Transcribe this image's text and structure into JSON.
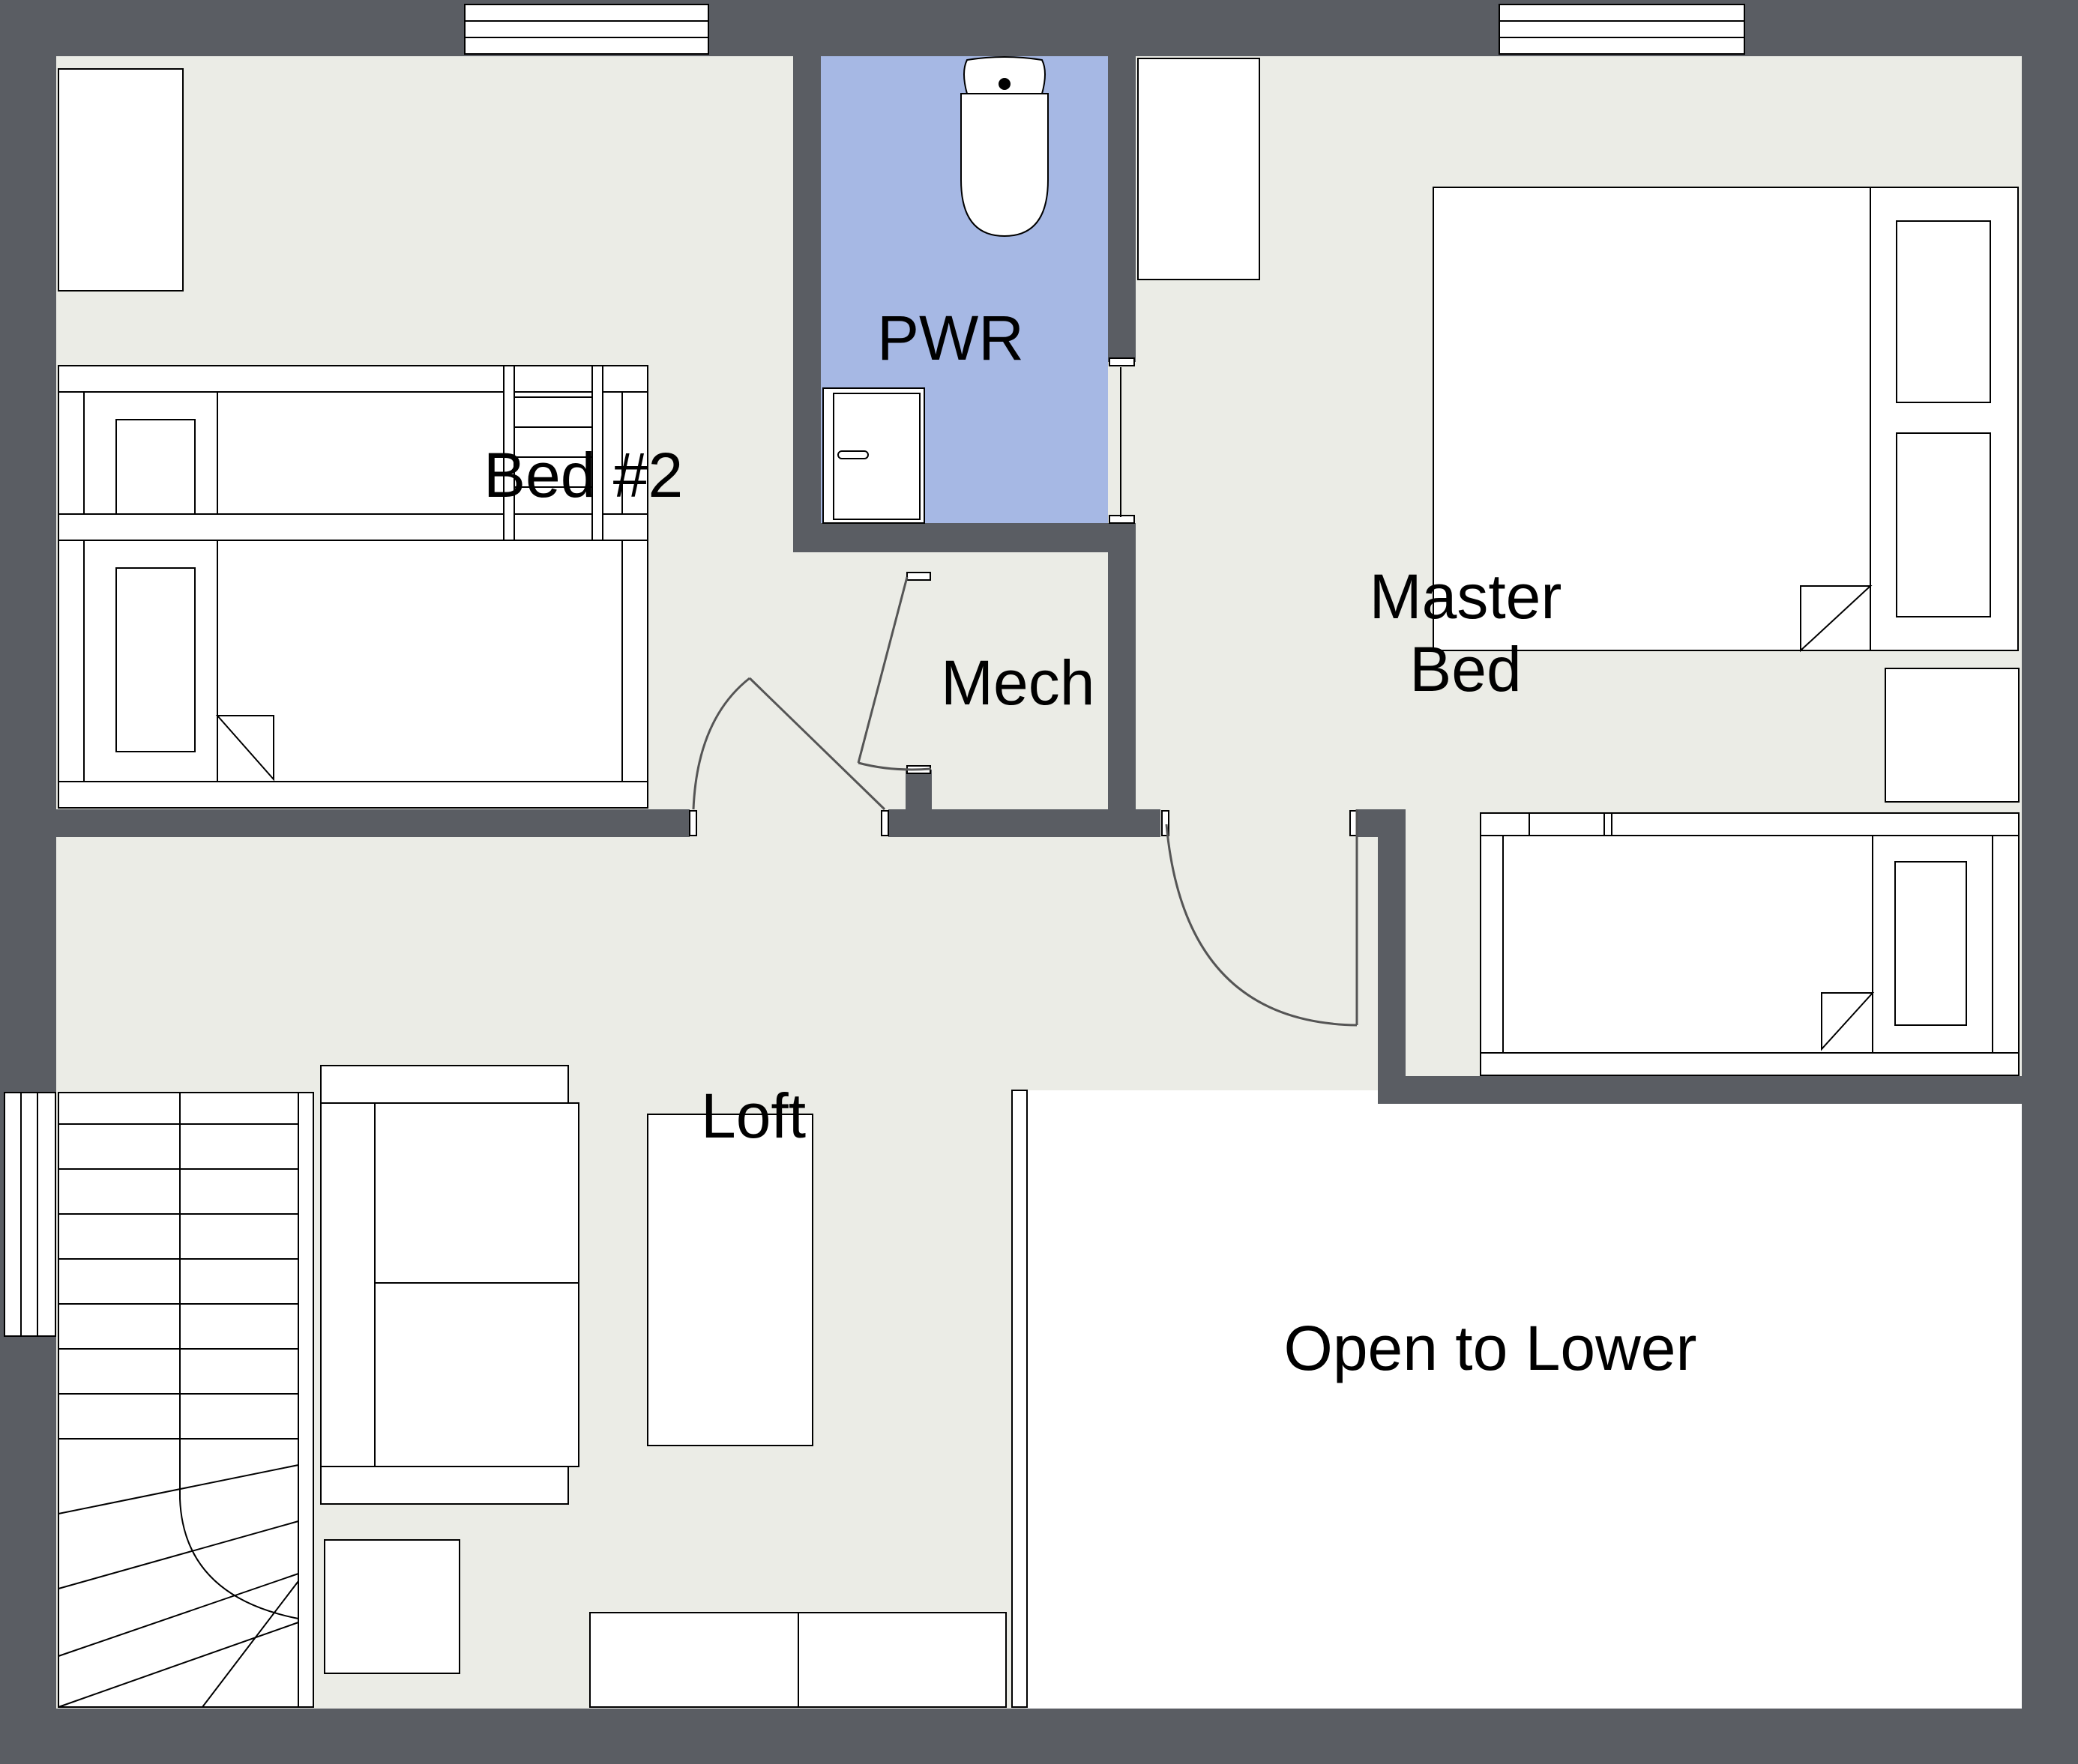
{
  "colors": {
    "wall": "#5a5d63",
    "floor": "#ebece6",
    "bathroom": "#a6b8e4",
    "open_area": "#ffffff",
    "furniture": "#ffffff",
    "outline": "#000000"
  },
  "rooms": {
    "bed2": {
      "label": "Bed #2"
    },
    "pwr": {
      "label": "PWR"
    },
    "mech": {
      "label": "Mech"
    },
    "master": {
      "line1": "Master",
      "line2": "Bed"
    },
    "loft": {
      "label": "Loft"
    },
    "open": {
      "label": "Open to Lower"
    }
  },
  "icons": [
    "toilet-icon",
    "sink-icon",
    "staircase-icon",
    "window-icon",
    "door-swing-icon"
  ]
}
